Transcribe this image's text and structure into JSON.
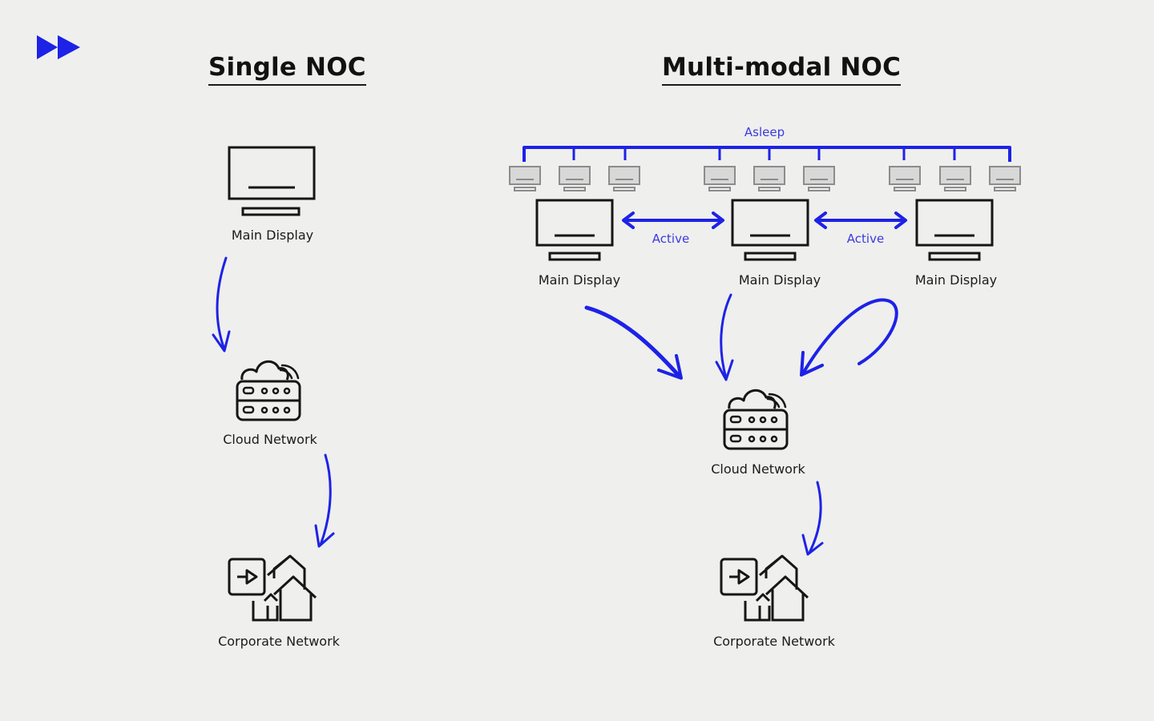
{
  "colors": {
    "accent_blue": "#1d22e6",
    "ink": "#161616",
    "label_blue": "#3a3ae0",
    "asleep_gray": "#8c8c8c",
    "background": "#efefee"
  },
  "logo": {
    "icon": "fast-forward-icon"
  },
  "single_noc": {
    "title": "Single NOC",
    "main_display": {
      "label": "Main Display",
      "icon": "monitor-icon"
    },
    "cloud_network": {
      "label": "Cloud Network",
      "icon": "cloud-server-icon"
    },
    "corporate_network": {
      "label": "Corporate Network",
      "icon": "corporate-network-icon"
    }
  },
  "multi_noc": {
    "title": "Multi-modal NOC",
    "asleep_label": "Asleep",
    "active_labels": [
      "Active",
      "Active"
    ],
    "main_displays": [
      {
        "label": "Main Display",
        "icon": "monitor-icon"
      },
      {
        "label": "Main Display",
        "icon": "monitor-icon"
      },
      {
        "label": "Main Display",
        "icon": "monitor-icon"
      }
    ],
    "asleep_monitor_count_per_group": 3,
    "cloud_network": {
      "label": "Cloud Network",
      "icon": "cloud-server-icon"
    },
    "corporate_network": {
      "label": "Corporate Network",
      "icon": "corporate-network-icon"
    }
  }
}
